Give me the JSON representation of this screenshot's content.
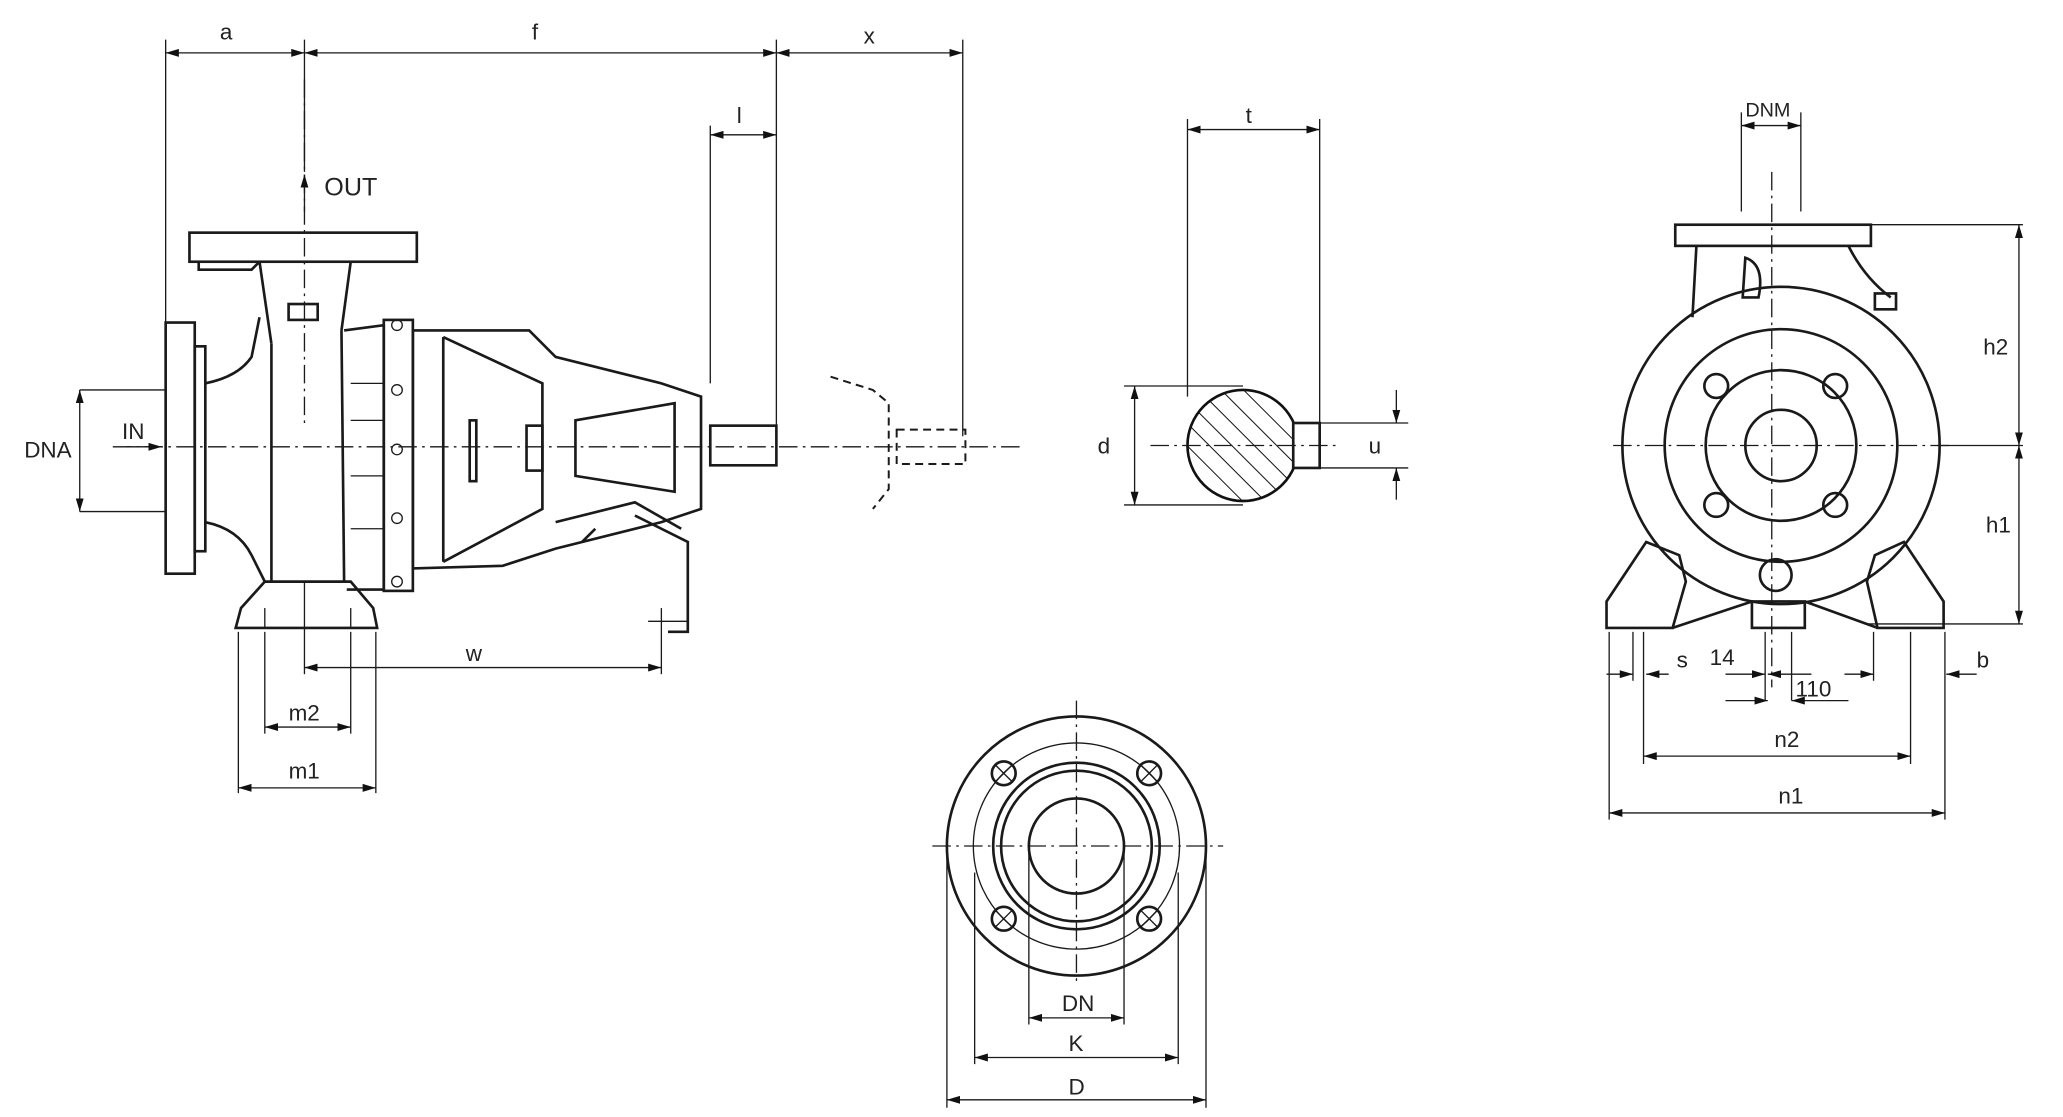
{
  "side_view": {
    "labels": {
      "a": "a",
      "f": "f",
      "x": "x",
      "l": "l",
      "out": "OUT",
      "in": "IN",
      "dna": "DNA",
      "m2": "m2",
      "m1": "m1",
      "w": "w"
    }
  },
  "shaft_section": {
    "labels": {
      "t": "t",
      "d": "d",
      "u": "u"
    }
  },
  "front_view": {
    "labels": {
      "dnm": "DNM",
      "h2": "h2",
      "h1": "h1",
      "s": "s",
      "dim14": "14",
      "dim110": "110",
      "b": "b",
      "n2": "n2",
      "n1": "n1"
    }
  },
  "flange_view": {
    "labels": {
      "dn": "DN",
      "k": "K",
      "d": "D"
    }
  }
}
